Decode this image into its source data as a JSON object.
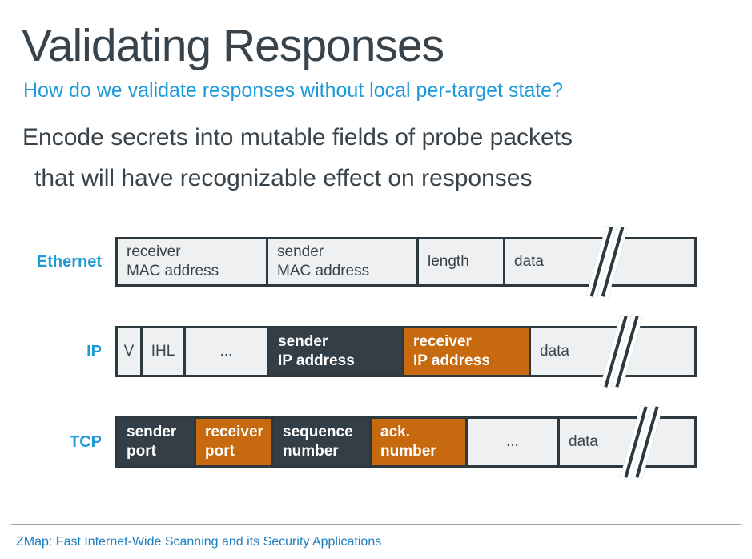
{
  "slide": {
    "title": "Validating Responses",
    "subtitle": "How do we validate responses without local per-target state?",
    "body": {
      "line1": "Encode secrets into mutable fields of probe packets",
      "line2": "that will have recognizable effect on responses"
    },
    "footer": "ZMap: Fast Internet-Wide Scanning and its Security Applications"
  },
  "colors": {
    "accent_blue": "#1F9AD9",
    "footer_blue": "#1B7EC2",
    "heading_text": "#39434B",
    "field_light_bg": "#EEF0F1",
    "field_dark_bg": "#333E46",
    "field_highlight_orange": "#C7690F",
    "box_border": "#2E383F",
    "white_text": "#FFFFFF"
  },
  "diagram": {
    "rows": [
      {
        "label": "Ethernet",
        "cells": [
          {
            "text": "receiver\nMAC address"
          },
          {
            "text": "sender\nMAC address"
          },
          {
            "text": "length"
          },
          {
            "text": "data"
          }
        ]
      },
      {
        "label": "IP",
        "cells": [
          {
            "text": "V"
          },
          {
            "text": "IHL"
          },
          {
            "text": "..."
          },
          {
            "text": "sender\nIP address"
          },
          {
            "text": "receiver\nIP address"
          },
          {
            "text": "data"
          }
        ]
      },
      {
        "label": "TCP",
        "cells": [
          {
            "text": "sender\nport"
          },
          {
            "text": "receiver\nport"
          },
          {
            "text": "sequence\nnumber"
          },
          {
            "text": "ack.\nnumber"
          },
          {
            "text": "..."
          },
          {
            "text": "data"
          }
        ]
      }
    ]
  }
}
